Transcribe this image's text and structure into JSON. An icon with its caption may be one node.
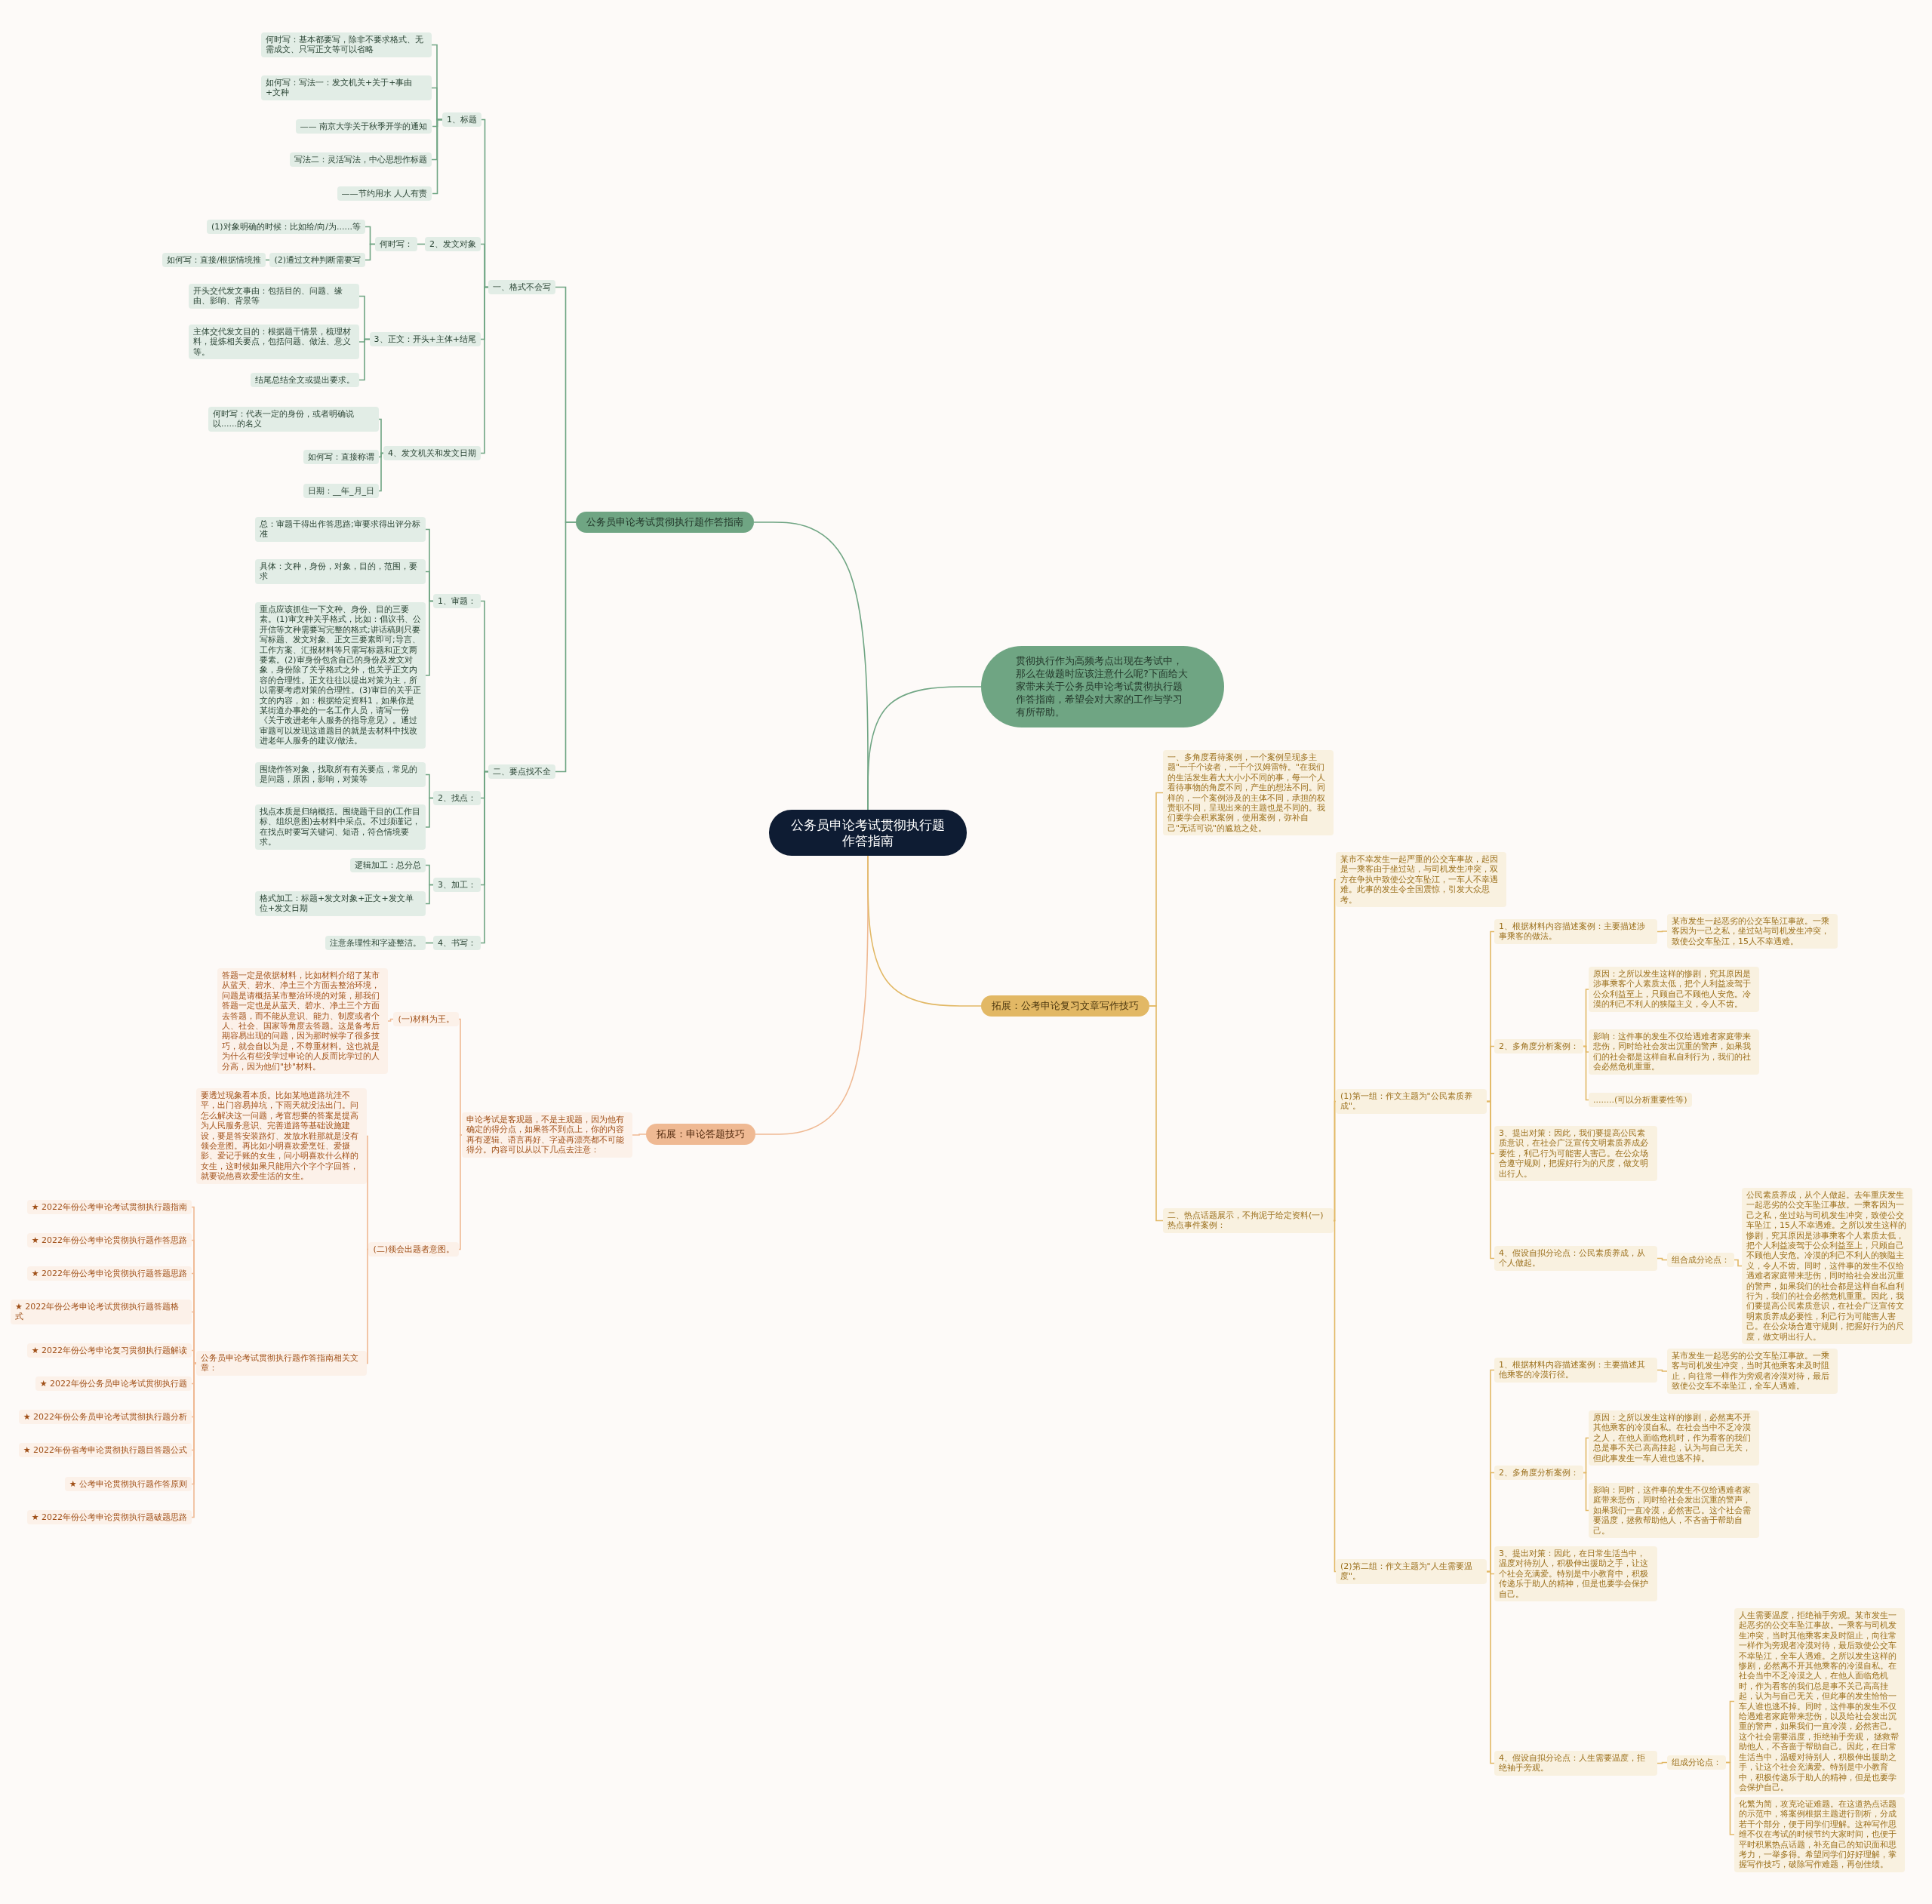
{
  "diagram": {
    "nodes": [
      {
        "text": [
          "公务员申论考试贯彻执行题作答指南"
        ]
      },
      {
        "text": [
          "公务员申论考试贯彻执行题作答指南"
        ]
      },
      {
        "text": [
          "一、格式不会写"
        ]
      },
      {
        "text": [
          "1、标题"
        ]
      },
      {
        "text": [
          "何时写：基本都要写，除非不要求格式、无需成文、只写正文等可以省略"
        ]
      },
      {
        "text": [
          "如何写：写法一：发文机关+关于+事由+文种"
        ]
      },
      {
        "text": [
          "—— 南京大学关于秋季开学的通知"
        ]
      },
      {
        "text": [
          "写法二：灵活写法，中心思想作标题"
        ]
      },
      {
        "text": [
          "——节约用水 人人有责"
        ]
      },
      {
        "text": [
          "2、发文对象"
        ]
      },
      {
        "text": [
          "何时写："
        ]
      },
      {
        "text": [
          "(1)对象明确的时候：比如给/向/为......等"
        ]
      },
      {
        "text": [
          "(2)通过文种判断需要写"
        ]
      },
      {
        "text": [
          "如何写：直接/根据情境推"
        ]
      },
      {
        "text": [
          "3、正文：开头+主体+结尾"
        ]
      },
      {
        "text": [
          "开头交代发文事由：包括目的、问题、缘由、影响、背景等"
        ]
      },
      {
        "text": [
          "主体交代发文目的：根据题干情景，梳理材料，提炼相关要点，包括问题、做法、意义等。"
        ]
      },
      {
        "text": [
          "结尾总结全文或提出要求。"
        ]
      },
      {
        "text": [
          "4、发文机关和发文日期"
        ]
      },
      {
        "text": [
          "何时写：代表一定的身份，或者明确说以......的名义"
        ]
      },
      {
        "text": [
          "如何写：直接称谓"
        ]
      },
      {
        "text": [
          "日期：__年_月_日"
        ]
      },
      {
        "text": [
          "二、要点找不全"
        ]
      },
      {
        "text": [
          "1、审题："
        ]
      },
      {
        "text": [
          "总：审题干得出作答思路;审要求得出评分标准"
        ]
      },
      {
        "text": [
          "具体：文种，身份，对象，目的，范围，要求"
        ]
      },
      {
        "text": [
          "重点应该抓住一下文种、身份、目的三要素。(1)审文种关乎格式，比如：倡议书、公开信等文种需要写完整的格式;讲话稿则只要写标题、发文对象、正文三要素即可;导言、工作方案、汇报材料等只需写标题和正文两要素。(2)审身份包含自己的身份及发文对象，身份除了关乎格式之外，也关乎正文内容的合理性。正文往往以提出对策为主，所以需要考虑对策的合理性。(3)审目的关乎正文的内容，如：根据给定资料1，如果你是某街道办事处的一名工作人员，请写一份《关于改进老年人服务的指导意见》。通过审题可以发现这道题目的就是去材料中找改进老年人服务的建议/做法。"
        ]
      },
      {
        "text": [
          "2、找点："
        ]
      },
      {
        "text": [
          "围绕作答对象，找取所有有关要点，常见的是问题，原因，影响，对策等"
        ]
      },
      {
        "text": [
          "找点本质是归纳概括。围绕题干目的(工作目标、组织意图)去材料中采点。不过须谨记，在找点时要写关键词、短语，符合情境要求。"
        ]
      },
      {
        "text": [
          "3、加工："
        ]
      },
      {
        "text": [
          "逻辑加工：总分总"
        ]
      },
      {
        "text": [
          "格式加工：标题+发文对象+正文+发文单位+发文日期"
        ]
      },
      {
        "text": [
          "4、书写："
        ]
      },
      {
        "text": [
          "注意条理性和字迹整洁。"
        ]
      },
      {
        "text": [
          "拓展：申论答题技巧"
        ]
      },
      {
        "text": [
          "申论考试是客观题，不是主观题，因为他有确定的得分点，如果答不到点上，你的内容再有逻辑、语言再好、字迹再漂亮都不可能得分。内容可以从以下几点去注意："
        ]
      },
      {
        "text": [
          "(一)材料为王。"
        ]
      },
      {
        "text": [
          "答题一定是依据材料，比如材料介绍了某市从蓝天、碧水、净土三个方面去整治环境，问题是请概括某市整治环境的对策，那我们答题一定也是从蓝天、碧水、净土三个方面去答题，而不能从意识、能力、制度或者个人、社会、国家等角度去答题。这是备考后期容易出现的问题，因为那时候学了很多技巧，就会自以为是，不尊重材料。这也就是为什么有些没学过申论的人反而比学过的人分高，因为他们\"抄\"材料。"
        ]
      },
      {
        "text": [
          "(二)领会出题者意图。"
        ]
      },
      {
        "text": [
          "要透过现象看本质。比如某地道路坑洼不平，出门容易掉坑，下雨天就没法出门。问怎么解决这一问题，考官想要的答案是提高为人民服务意识、完善道路等基础设施建设，要是答安装路灯、发放水鞋那就是没有领会意图。再比如小明喜欢爱烹饪、爱摄影、爱记手账的女生，问小明喜欢什么样的女生，这时候如果只能用六个字个字回答，就要说他喜欢爱生活的女生。"
        ]
      },
      {
        "text": [
          "公务员申论考试贯彻执行题作答指南相关文章："
        ]
      },
      {
        "text": [
          "★ 2022年份公考申论考试贯彻执行题指南"
        ]
      },
      {
        "text": [
          "★ 2022年份公考申论贯彻执行题作答思路"
        ]
      },
      {
        "text": [
          "★ 2022年份公考申论贯彻执行题答题思路"
        ]
      },
      {
        "text": [
          "★ 2022年份公考申论考试贯彻执行题答题格式"
        ]
      },
      {
        "text": [
          "★ 2022年份公考申论复习贯彻执行题解读"
        ]
      },
      {
        "text": [
          "★ 2022年份公务员申论考试贯彻执行题"
        ]
      },
      {
        "text": [
          "★ 2022年份公务员申论考试贯彻执行题分析"
        ]
      },
      {
        "text": [
          "★ 2022年份省考申论贯彻执行题目答题公式"
        ]
      },
      {
        "text": [
          "★ 公考申论贯彻执行题作答原则"
        ]
      },
      {
        "text": [
          "★ 2022年份公考申论贯彻执行题破题思路"
        ]
      },
      {
        "text": [
          "拓展：公考申论复习文章写作技巧"
        ]
      },
      {
        "text": [
          "贯彻执行作为高频考点出现在考试中，那么在做题时应该注意什么呢?下面给大家带来关于公务员申论考试贯彻执行题作答指南，希望会对大家的工作与学习有所帮助。"
        ]
      },
      {
        "text": [
          "一、多角度看待案例，一个案例呈现多主题\"一千个读者，一千个汉姆雷特。\"在我们的生活发生着大大小小不同的事，每一个人看待事物的角度不同，产生的想法不同。同样的，一个案例涉及的主体不同，承担的权责职不同，呈现出来的主题也是不同的。我们要学会积累案例，使用案例，弥补自己\"无话可说\"的尴尬之处。"
        ]
      },
      {
        "text": [
          "二、热点话题展示，不拘泥于给定资料(一)热点事件案例："
        ]
      },
      {
        "text": [
          "某市不幸发生一起严重的公交车事故，起因是一乘客由于坐过站，与司机发生冲突，双方在争执中致使公交车坠江，一车人不幸遇难。此事的发生令全国震惊，引发大众思考。"
        ]
      },
      {
        "text": [
          "(1)第一组：作文主题为\"公民素质养成\"。"
        ]
      },
      {
        "text": [
          "1、根据材料内容描述案例：主要描述涉事乘客的做法。"
        ]
      },
      {
        "text": [
          "某市发生一起恶劣的公交车坠江事故。一乘客因为一己之私，坐过站与司机发生冲突，致使公交车坠江，15人不幸遇难。"
        ]
      },
      {
        "text": [
          "2、多角度分析案例："
        ]
      },
      {
        "text": [
          "原因：之所以发生这样的惨剧，究其原因是涉事乘客个人素质太低，把个人利益凌驾于公众利益至上，只顾自己不顾他人安危。冷漠的利己不利人的狭隘主义，令人不齿。"
        ]
      },
      {
        "text": [
          "影响：这件事的发生不仅给遇难者家庭带来悲伤，同时给社会发出沉重的警声，如果我们的社会都是这样自私自利行为，我们的社会必然危机重重。"
        ]
      },
      {
        "text": [
          "........(可以分析重要性等)"
        ]
      },
      {
        "text": [
          "3、提出对策：因此，我们要提高公民素质意识，在社会广泛宣传文明素质养成必要性，利己行为可能害人害己。在公众场合遵守规则，把握好行为的尺度，做文明出行人。"
        ]
      },
      {
        "text": [
          "4、假设自拟分论点：公民素质养成，从个人做起。"
        ]
      },
      {
        "text": [
          "组合成分论点："
        ]
      },
      {
        "text": [
          "公民素质养成，从个人做起。去年重庆发生一起恶劣的公交车坠江事故。一乘客因为一己之私，坐过站与司机发生冲突，致使公交车坠江，15人不幸遇难。之所以发生这样的惨剧，究其原因是涉事乘客个人素质太低，把个人利益凌驾于公众利益至上，只顾自己不顾他人安危。冷漠的利己不利人的狭隘主义，令人不齿。同时，这件事的发生不仅给遇难者家庭带来悲伤，同时给社会发出沉重的警声，如果我们的社会都是这样自私自利行为，我们的社会必然危机重重。因此，我们要提高公民素质意识，在社会广泛宣传文明素质养成必要性，利己行为可能害人害己。在公众场合遵守规则，把握好行为的尺度，做文明出行人。"
        ]
      },
      {
        "text": [
          "(2)第二组：作文主题为\"人生需要温度\"。"
        ]
      },
      {
        "text": [
          "1、根据材料内容描述案例：主要描述其他乘客的冷漠行径。"
        ]
      },
      {
        "text": [
          "某市发生一起恶劣的公交车坠江事故。一乘客与司机发生冲突，当时其他乘客未及时阻止，向往常一样作为旁观者冷漠对待，最后致使公交车不幸坠江，全车人遇难。"
        ]
      },
      {
        "text": [
          "2、多角度分析案例："
        ]
      },
      {
        "text": [
          "原因：之所以发生这样的惨剧，必然离不开其他乘客的冷漠自私。在社会当中不乏冷漠之人，在他人面临危机时，作为看客的我们总是事不关己高高挂起，认为与自己无关，但此事发生一车人谁也逃不掉。"
        ]
      },
      {
        "text": [
          "影响：同时，这件事的发生不仅给遇难者家庭带来悲伤，同时给社会发出沉重的警声，如果我们一直冷漠，必然害己。这个社会需要温度，拯救帮助他人，不吝啬于帮助自己。"
        ]
      },
      {
        "text": [
          "3、提出对策：因此，在日常生活当中，温度对待别人，积极伸出援助之手，让这个社会充满爱。特别是中小教育中，积极传递乐于助人的精神，但是也要学会保护自己。"
        ]
      },
      {
        "text": [
          "4、假设自拟分论点：人生需要温度，拒绝袖手旁观。"
        ]
      },
      {
        "text": [
          "组成分论点："
        ]
      },
      {
        "text": [
          "人生需要温度，拒绝袖手旁观。某市发生一起恶劣的公交车坠江事故。一乘客与司机发生冲突，当时其他乘客未及时阻止，向往常一样作为旁观者冷漠对待，最后致使公交车不幸坠江，全车人遇难。之所以发生这样的惨剧，必然离不开其他乘客的冷漠自私。在社会当中不乏冷漠之人，在他人面临危机时，作为看客的我们总是事不关己高高挂起，认为与自己无关，但此事的发生恰恰一车人谁也逃不掉。同时，这件事的发生不仅给遇难者家庭带来悲伤，以及给社会发出沉重的警声，如果我们一直冷漠，必然害己。这个社会需要温度，拒绝袖手旁观， 拯救帮助他人，不吝啬于帮助自己。因此，在日常生活当中，温暖对待别人，积极伸出援助之手，让这个社会充满爱。特别是中小教育中，积极传递乐于助人的精神，但是也要学会保护自己。"
        ]
      },
      {
        "text": [
          "化繁为简，攻克论证难题。在这道热点话题的示范中，将案例根据主题进行剖析，分成若干个部分，便于同学们理解。这种写作思维不仅在考试的时候节约大家时间，也便于平时积累热点话题，补充自己的知识面和思考力，一举多得。希望同学们好好理解，掌握写作技巧，破除写作难题，再创佳绩。"
        ]
      }
    ],
    "edges": [
      {
        "from": 0,
        "to": 1,
        "arrow": "none"
      },
      {
        "from": 0,
        "to": 53,
        "arrow": "none"
      },
      {
        "from": 1,
        "to": 2,
        "arrow": "none"
      },
      {
        "from": 2,
        "to": 3,
        "arrow": "none"
      },
      {
        "from": 3,
        "to": 4,
        "arrow": "none"
      },
      {
        "from": 3,
        "to": 5,
        "arrow": "none"
      },
      {
        "from": 3,
        "to": 6,
        "arrow": "none"
      },
      {
        "from": 3,
        "to": 7,
        "arrow": "none"
      },
      {
        "from": 3,
        "to": 8,
        "arrow": "none"
      },
      {
        "from": 2,
        "to": 9,
        "arrow": "none"
      },
      {
        "from": 9,
        "to": 10,
        "arrow": "none"
      },
      {
        "from": 10,
        "to": 11,
        "arrow": "none"
      },
      {
        "from": 10,
        "to": 12,
        "arrow": "none"
      },
      {
        "from": 12,
        "to": 13,
        "arrow": "none"
      },
      {
        "from": 2,
        "to": 14,
        "arrow": "none"
      },
      {
        "from": 14,
        "to": 15,
        "arrow": "none"
      },
      {
        "from": 14,
        "to": 16,
        "arrow": "none"
      },
      {
        "from": 14,
        "to": 17,
        "arrow": "none"
      },
      {
        "from": 2,
        "to": 18,
        "arrow": "none"
      },
      {
        "from": 18,
        "to": 19,
        "arrow": "none"
      },
      {
        "from": 18,
        "to": 20,
        "arrow": "none"
      },
      {
        "from": 18,
        "to": 21,
        "arrow": "none"
      },
      {
        "from": 1,
        "to": 22,
        "arrow": "none"
      },
      {
        "from": 22,
        "to": 23,
        "arrow": "none"
      },
      {
        "from": 23,
        "to": 24,
        "arrow": "none"
      },
      {
        "from": 23,
        "to": 25,
        "arrow": "none"
      },
      {
        "from": 23,
        "to": 26,
        "arrow": "none"
      },
      {
        "from": 22,
        "to": 27,
        "arrow": "none"
      },
      {
        "from": 27,
        "to": 28,
        "arrow": "none"
      },
      {
        "from": 27,
        "to": 29,
        "arrow": "none"
      },
      {
        "from": 22,
        "to": 30,
        "arrow": "none"
      },
      {
        "from": 30,
        "to": 31,
        "arrow": "none"
      },
      {
        "from": 30,
        "to": 32,
        "arrow": "none"
      },
      {
        "from": 22,
        "to": 33,
        "arrow": "none"
      },
      {
        "from": 33,
        "to": 34,
        "arrow": "none"
      },
      {
        "from": 0,
        "to": 35,
        "arrow": "none",
        "color": "#efb993"
      },
      {
        "from": 35,
        "to": 36,
        "arrow": "none",
        "color": "#efb993"
      },
      {
        "from": 36,
        "to": 37,
        "arrow": "none",
        "color": "#efb993"
      },
      {
        "from": 37,
        "to": 38,
        "arrow": "none",
        "color": "#efb993"
      },
      {
        "from": 36,
        "to": 39,
        "arrow": "none",
        "color": "#efb993"
      },
      {
        "from": 39,
        "to": 40,
        "arrow": "none",
        "color": "#efb993"
      },
      {
        "from": 39,
        "to": 41,
        "arrow": "none",
        "color": "#efb993"
      },
      {
        "from": 41,
        "to": 42,
        "arrow": "none",
        "color": "#efb993"
      },
      {
        "from": 41,
        "to": 43,
        "arrow": "none",
        "color": "#efb993"
      },
      {
        "from": 41,
        "to": 44,
        "arrow": "none",
        "color": "#efb993"
      },
      {
        "from": 41,
        "to": 45,
        "arrow": "none",
        "color": "#efb993"
      },
      {
        "from": 41,
        "to": 46,
        "arrow": "none",
        "color": "#efb993"
      },
      {
        "from": 41,
        "to": 47,
        "arrow": "none",
        "color": "#efb993"
      },
      {
        "from": 41,
        "to": 48,
        "arrow": "none",
        "color": "#efb993"
      },
      {
        "from": 41,
        "to": 49,
        "arrow": "none",
        "color": "#efb993"
      },
      {
        "from": 41,
        "to": 50,
        "arrow": "none",
        "color": "#efb993"
      },
      {
        "from": 41,
        "to": 51,
        "arrow": "none",
        "color": "#efb993"
      },
      {
        "from": 0,
        "to": 52,
        "arrow": "none",
        "color": "#e2b865"
      },
      {
        "from": 52,
        "to": 54,
        "arrow": "none",
        "color": "#e2b865"
      },
      {
        "from": 52,
        "to": 55,
        "arrow": "none",
        "color": "#e2b865"
      },
      {
        "from": 55,
        "to": 56,
        "arrow": "none",
        "color": "#e2b865"
      },
      {
        "from": 55,
        "to": 57,
        "arrow": "none",
        "color": "#e2b865"
      },
      {
        "from": 57,
        "to": 58,
        "arrow": "none",
        "color": "#e2b865"
      },
      {
        "from": 58,
        "to": 59,
        "arrow": "none",
        "color": "#e2b865"
      },
      {
        "from": 57,
        "to": 60,
        "arrow": "none",
        "color": "#e2b865"
      },
      {
        "from": 60,
        "to": 61,
        "arrow": "none",
        "color": "#e2b865"
      },
      {
        "from": 60,
        "to": 62,
        "arrow": "none",
        "color": "#e2b865"
      },
      {
        "from": 60,
        "to": 63,
        "arrow": "none",
        "color": "#e2b865"
      },
      {
        "from": 57,
        "to": 64,
        "arrow": "none",
        "color": "#e2b865"
      },
      {
        "from": 57,
        "to": 65,
        "arrow": "none",
        "color": "#e2b865"
      },
      {
        "from": 65,
        "to": 66,
        "arrow": "none",
        "color": "#e2b865"
      },
      {
        "from": 66,
        "to": 67,
        "arrow": "none",
        "color": "#e2b865"
      },
      {
        "from": 55,
        "to": 68,
        "arrow": "none",
        "color": "#e2b865"
      },
      {
        "from": 68,
        "to": 69,
        "arrow": "none",
        "color": "#e2b865"
      },
      {
        "from": 69,
        "to": 70,
        "arrow": "none",
        "color": "#e2b865"
      },
      {
        "from": 68,
        "to": 71,
        "arrow": "none",
        "color": "#e2b865"
      },
      {
        "from": 71,
        "to": 72,
        "arrow": "none",
        "color": "#e2b865"
      },
      {
        "from": 71,
        "to": 73,
        "arrow": "none",
        "color": "#e2b865"
      },
      {
        "from": 68,
        "to": 74,
        "arrow": "none",
        "color": "#e2b865"
      },
      {
        "from": 68,
        "to": 75,
        "arrow": "none",
        "color": "#e2b865"
      },
      {
        "from": 75,
        "to": 76,
        "arrow": "none",
        "color": "#e2b865"
      },
      {
        "from": 76,
        "to": 77,
        "arrow": "none",
        "color": "#e2b865"
      },
      {
        "from": 76,
        "to": 78,
        "arrow": "none",
        "color": "#e2b865"
      }
    ]
  }
}
